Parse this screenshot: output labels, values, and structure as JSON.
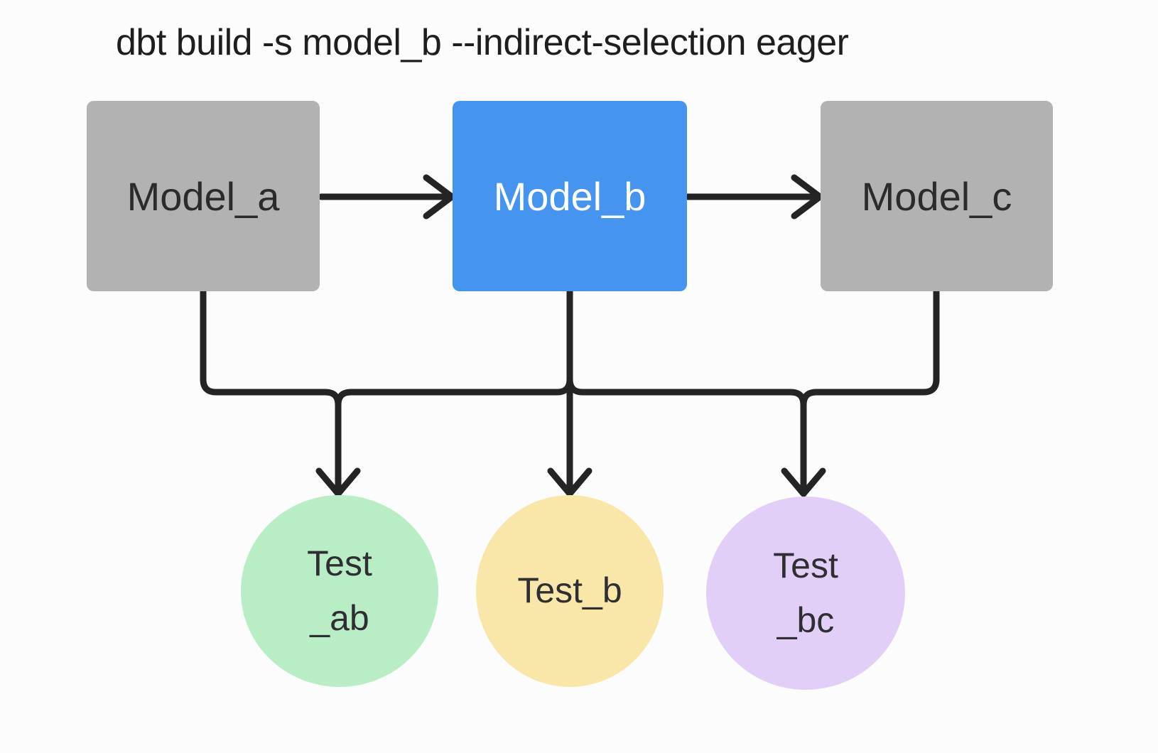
{
  "title": "dbt build -s model_b --indirect-selection eager",
  "models": [
    {
      "id": "model_a",
      "label": "Model_a",
      "selected": false
    },
    {
      "id": "model_b",
      "label": "Model_b",
      "selected": true
    },
    {
      "id": "model_c",
      "label": "Model_c",
      "selected": false
    }
  ],
  "tests": [
    {
      "id": "test_ab",
      "line1": "Test",
      "line2": "_ab",
      "fill": "#b9edc6"
    },
    {
      "id": "test_b",
      "line1": "Test_b",
      "line2": "",
      "fill": "#f8e7a8"
    },
    {
      "id": "test_bc",
      "line1": "Test",
      "line2": "_bc",
      "fill": "#e2cff8"
    }
  ],
  "edges": [
    "model_a -> model_b",
    "model_b -> model_c",
    "model_a -> test_ab",
    "model_b -> test_ab",
    "model_b -> test_b",
    "model_b -> test_bc",
    "model_c -> test_bc"
  ],
  "colors": {
    "model_default": "#b2b2b2",
    "model_selected": "#4594f0",
    "edge": "#242424",
    "background": "#fcfcfc"
  }
}
